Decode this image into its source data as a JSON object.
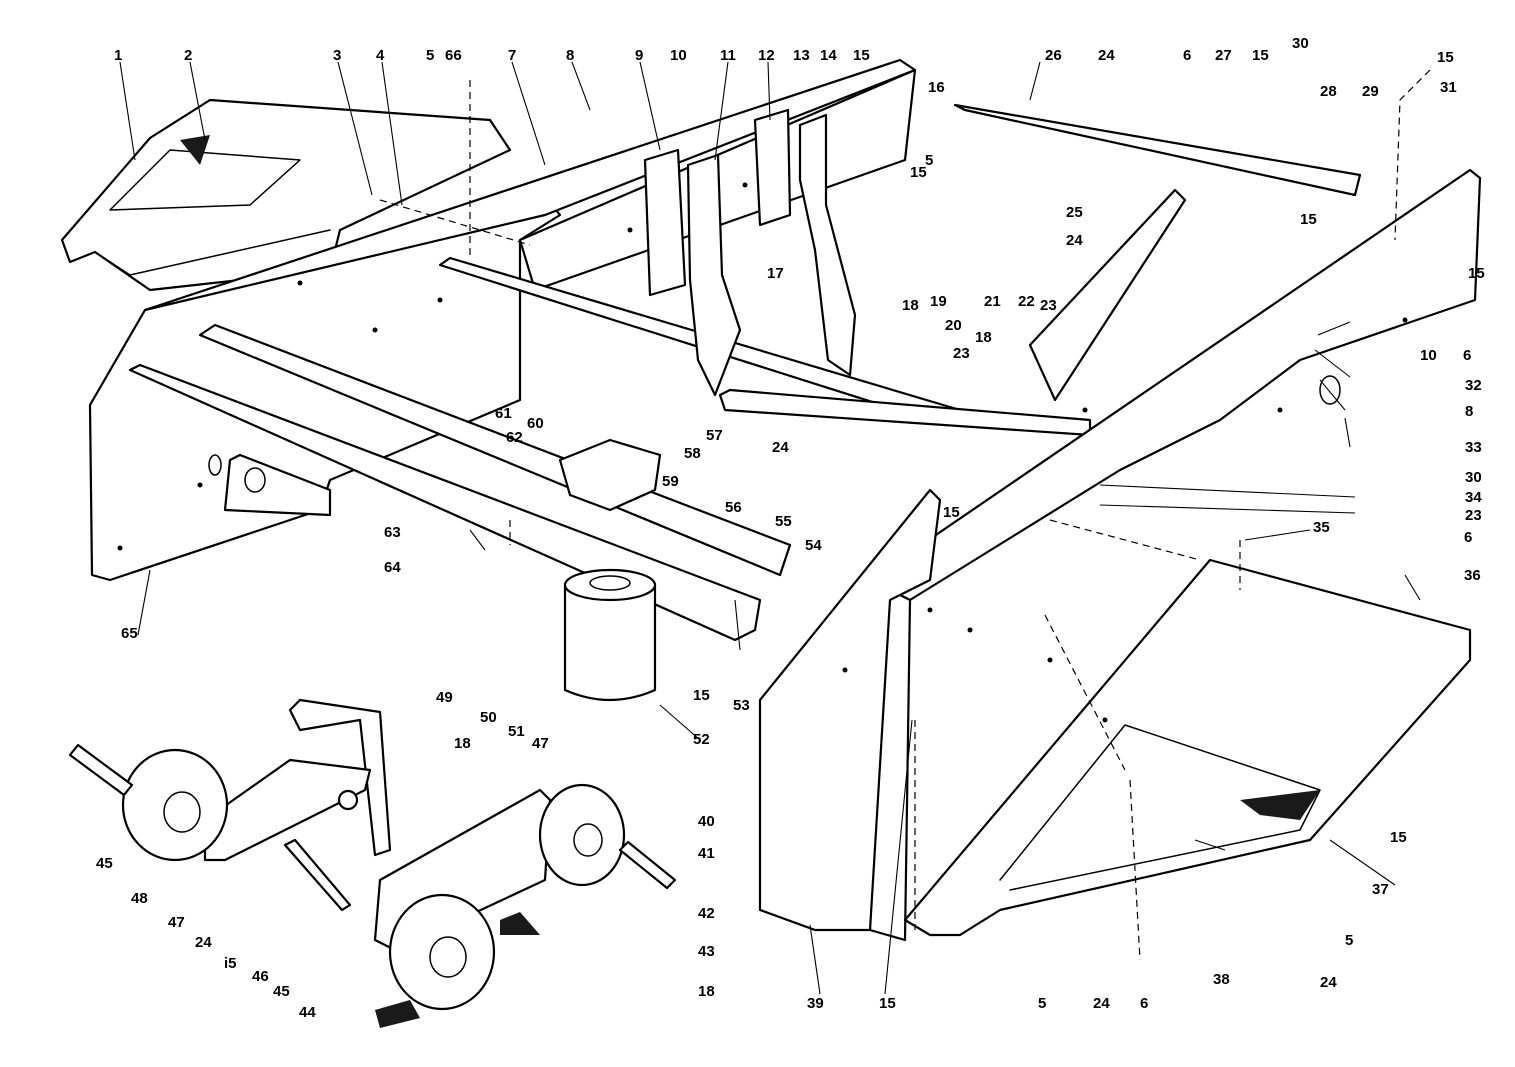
{
  "diagram": {
    "line_color": "#000000",
    "background": "#ffffff",
    "callouts": [
      "1",
      "2",
      "3",
      "4",
      "5",
      "66",
      "7",
      "8",
      "9",
      "10",
      "11",
      "12",
      "13",
      "14",
      "15",
      "26",
      "24",
      "6",
      "27",
      "15",
      "30",
      "15",
      "28",
      "29",
      "31",
      "16",
      "5",
      "15",
      "25",
      "24",
      "15",
      "15",
      "10",
      "6",
      "32",
      "8",
      "33",
      "30",
      "34",
      "23",
      "19",
      "21",
      "22",
      "23",
      "18",
      "20",
      "23",
      "17",
      "18",
      "61",
      "60",
      "59",
      "57",
      "58",
      "62",
      "24",
      "56",
      "55",
      "54",
      "15",
      "63",
      "64",
      "65",
      "15",
      "53",
      "52",
      "49",
      "18",
      "50",
      "51",
      "47",
      "40",
      "41",
      "42",
      "43",
      "18",
      "44",
      "45",
      "48",
      "47",
      "24",
      "i5",
      "46",
      "45",
      "39",
      "15",
      "5",
      "24",
      "6",
      "24",
      "5",
      "38",
      "37",
      "15",
      "36",
      "6",
      "35"
    ]
  }
}
